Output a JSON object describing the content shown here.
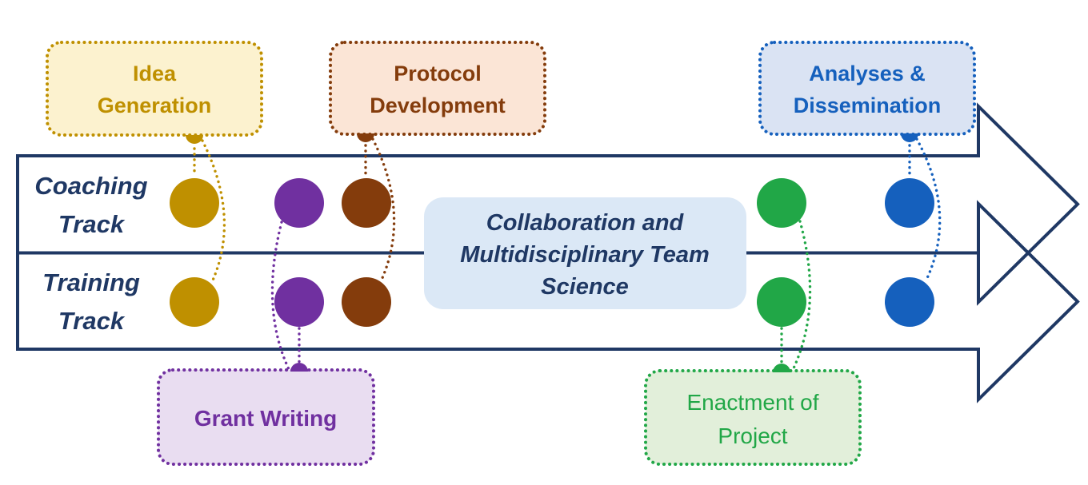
{
  "colors": {
    "navy": "#1F3864",
    "center_fill": "#DBE8F6",
    "background": "#FFFFFF"
  },
  "tracks": [
    {
      "id": "coaching-track",
      "label_lines": [
        "Coaching",
        "Track"
      ]
    },
    {
      "id": "training-track",
      "label_lines": [
        "Training",
        "Track"
      ]
    }
  ],
  "stages": [
    {
      "id": "idea-generation",
      "label_lines": [
        "Idea",
        "Generation"
      ],
      "color": "#BF9000",
      "fill": "#FCF2CF",
      "callout_position": "top"
    },
    {
      "id": "grant-writing",
      "label_lines": [
        "Grant Writing"
      ],
      "color": "#7030A0",
      "fill": "#E9DDF1",
      "callout_position": "bottom"
    },
    {
      "id": "protocol-development",
      "label_lines": [
        "Protocol",
        "Development"
      ],
      "color": "#843C0C",
      "fill": "#FBE5D6",
      "callout_position": "top"
    },
    {
      "id": "enactment-of-project",
      "label_lines": [
        "Enactment of",
        "Project"
      ],
      "color": "#21A747",
      "fill": "#E2EFDA",
      "callout_position": "bottom"
    },
    {
      "id": "analyses-dissemination",
      "label_lines": [
        "Analyses &",
        "Dissemination"
      ],
      "color": "#1560BD",
      "fill": "#DAE3F3",
      "callout_position": "top"
    }
  ],
  "center_callout": {
    "label_lines": [
      "Collaboration and",
      "Multidisciplinary Team",
      "Science"
    ]
  }
}
